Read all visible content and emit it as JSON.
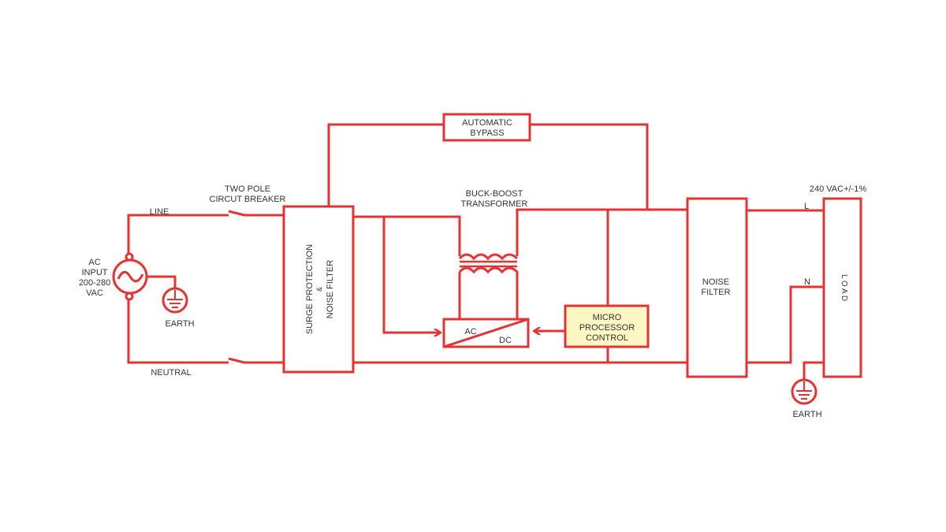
{
  "colors": {
    "wire": "#e53232",
    "controller_fill": "#fdf7c3",
    "text": "#333333"
  },
  "labels": {
    "line": "LINE",
    "neutral": "NEUTRAL",
    "breaker": [
      "TWO POLE",
      "CIRCUT BREAKER"
    ],
    "ac_input": [
      "AC",
      "INPUT",
      "200-280",
      "VAC"
    ],
    "earth_left": "EARTH",
    "surge": [
      "SURGE PROTECTION",
      "&",
      "NOISE FILTER"
    ],
    "bypass": [
      "AUTOMATIC",
      "BYPASS"
    ],
    "transformer": [
      "BUCK-BOOST",
      "TRANSFORMER"
    ],
    "converter_ac": "AC",
    "converter_dc": "DC",
    "micro": [
      "MICRO",
      "PROCESSOR",
      "CONTROL"
    ],
    "noise_filter": [
      "NOISE",
      "FILTER"
    ],
    "output_voltage": "240 VAC+/-1%",
    "out_l": "L",
    "out_n": "N",
    "load": "L O A D",
    "earth_right": "EARTH"
  }
}
